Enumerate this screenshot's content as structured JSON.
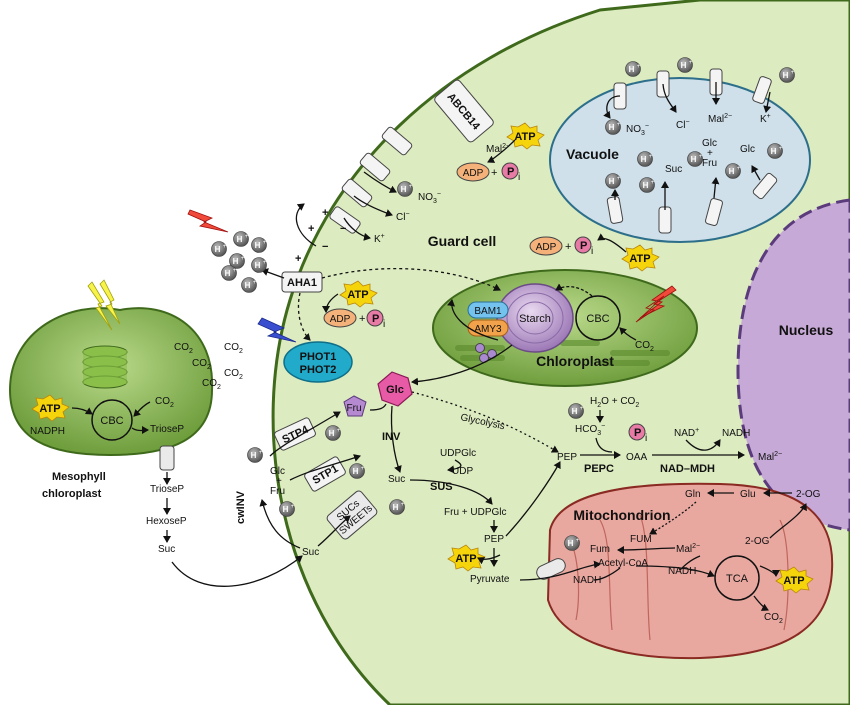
{
  "labels": {
    "guard_cell": "Guard cell",
    "nucleus": "Nucleus",
    "vacuole": "Vacuole",
    "chloroplast": "Chloroplast",
    "mitochondrion": "Mitochondrion",
    "mesophyll_1": "Mesophyll",
    "mesophyll_2": "chloroplast",
    "starch": "Starch",
    "cbc": "CBC",
    "tca": "TCA",
    "atp": "ATP",
    "adp": "ADP",
    "plus": "+",
    "pi_p": "P",
    "pi_i": "i",
    "h": "H",
    "hplus": "+",
    "bam1": "BAM1",
    "amy3": "AMY3",
    "glc": "Glc",
    "fru": "Fru",
    "inv": "INV",
    "cwinv": "cwINV",
    "phot1": "PHOT1",
    "phot2": "PHOT2",
    "aha1": "AHA1",
    "abcb14": "ABCB14",
    "stp4": "STP4",
    "stp1": "STP1",
    "sucs": "SUCs",
    "sweets": "SWEETs",
    "suc": "Suc",
    "glc_fru_1": "Glc",
    "glc_fru_2": "+",
    "glc_fru_3": "Fru",
    "nadph": "NADPH",
    "co2": "CO",
    "sub2": "2",
    "triosep": "TrioseP",
    "hexosep": "HexoseP",
    "no3": "NO",
    "sub3": "3",
    "minus": "−",
    "cl": "Cl",
    "k": "K",
    "mal": "Mal",
    "mal_sup": "2−",
    "h2o_co2": "H",
    "h2o_co2b": "O + CO",
    "hco3": "HCO",
    "glycolysis": "Glycolysis",
    "pep": "PEP",
    "pepc": "PEPC",
    "oaa": "OAA",
    "nad": "NAD",
    "nadh": "NADH",
    "nad_mdh": "NAD–MDH",
    "udpglc": "UDPGlc",
    "udp": "UDP",
    "sus": "SUS",
    "fru_udpglc": "Fru + UDPGlc",
    "pyruvate": "Pyruvate",
    "acetyl_coa": "Acetyl-CoA",
    "fum": "Fum",
    "fum_enzyme": "FUM",
    "gln": "Gln",
    "glu": "Glu",
    "og": "2-OG"
  },
  "colors": {
    "guard_cell_fill": "#dcebc0",
    "guard_cell_stroke": "#3a5a1a",
    "vacuole_fill": "#cfe0ea",
    "nucleus_fill": "#c6a9d6",
    "chloroplast_fill": "#9bc46a",
    "mito_fill": "#e8a8a0",
    "atp_fill": "#f6d40c",
    "adp_fill": "#f4b27a",
    "pi_fill": "#e87aa6",
    "glc_fill": "#e75aa6",
    "fru_fill": "#b68ad0",
    "phot_fill": "#22aacb",
    "amy_fill": "#f1a24a",
    "bam_fill": "#74c2ee"
  },
  "icons": [
    "lightning-icon",
    "transporter-icon",
    "atp-burst-icon"
  ]
}
